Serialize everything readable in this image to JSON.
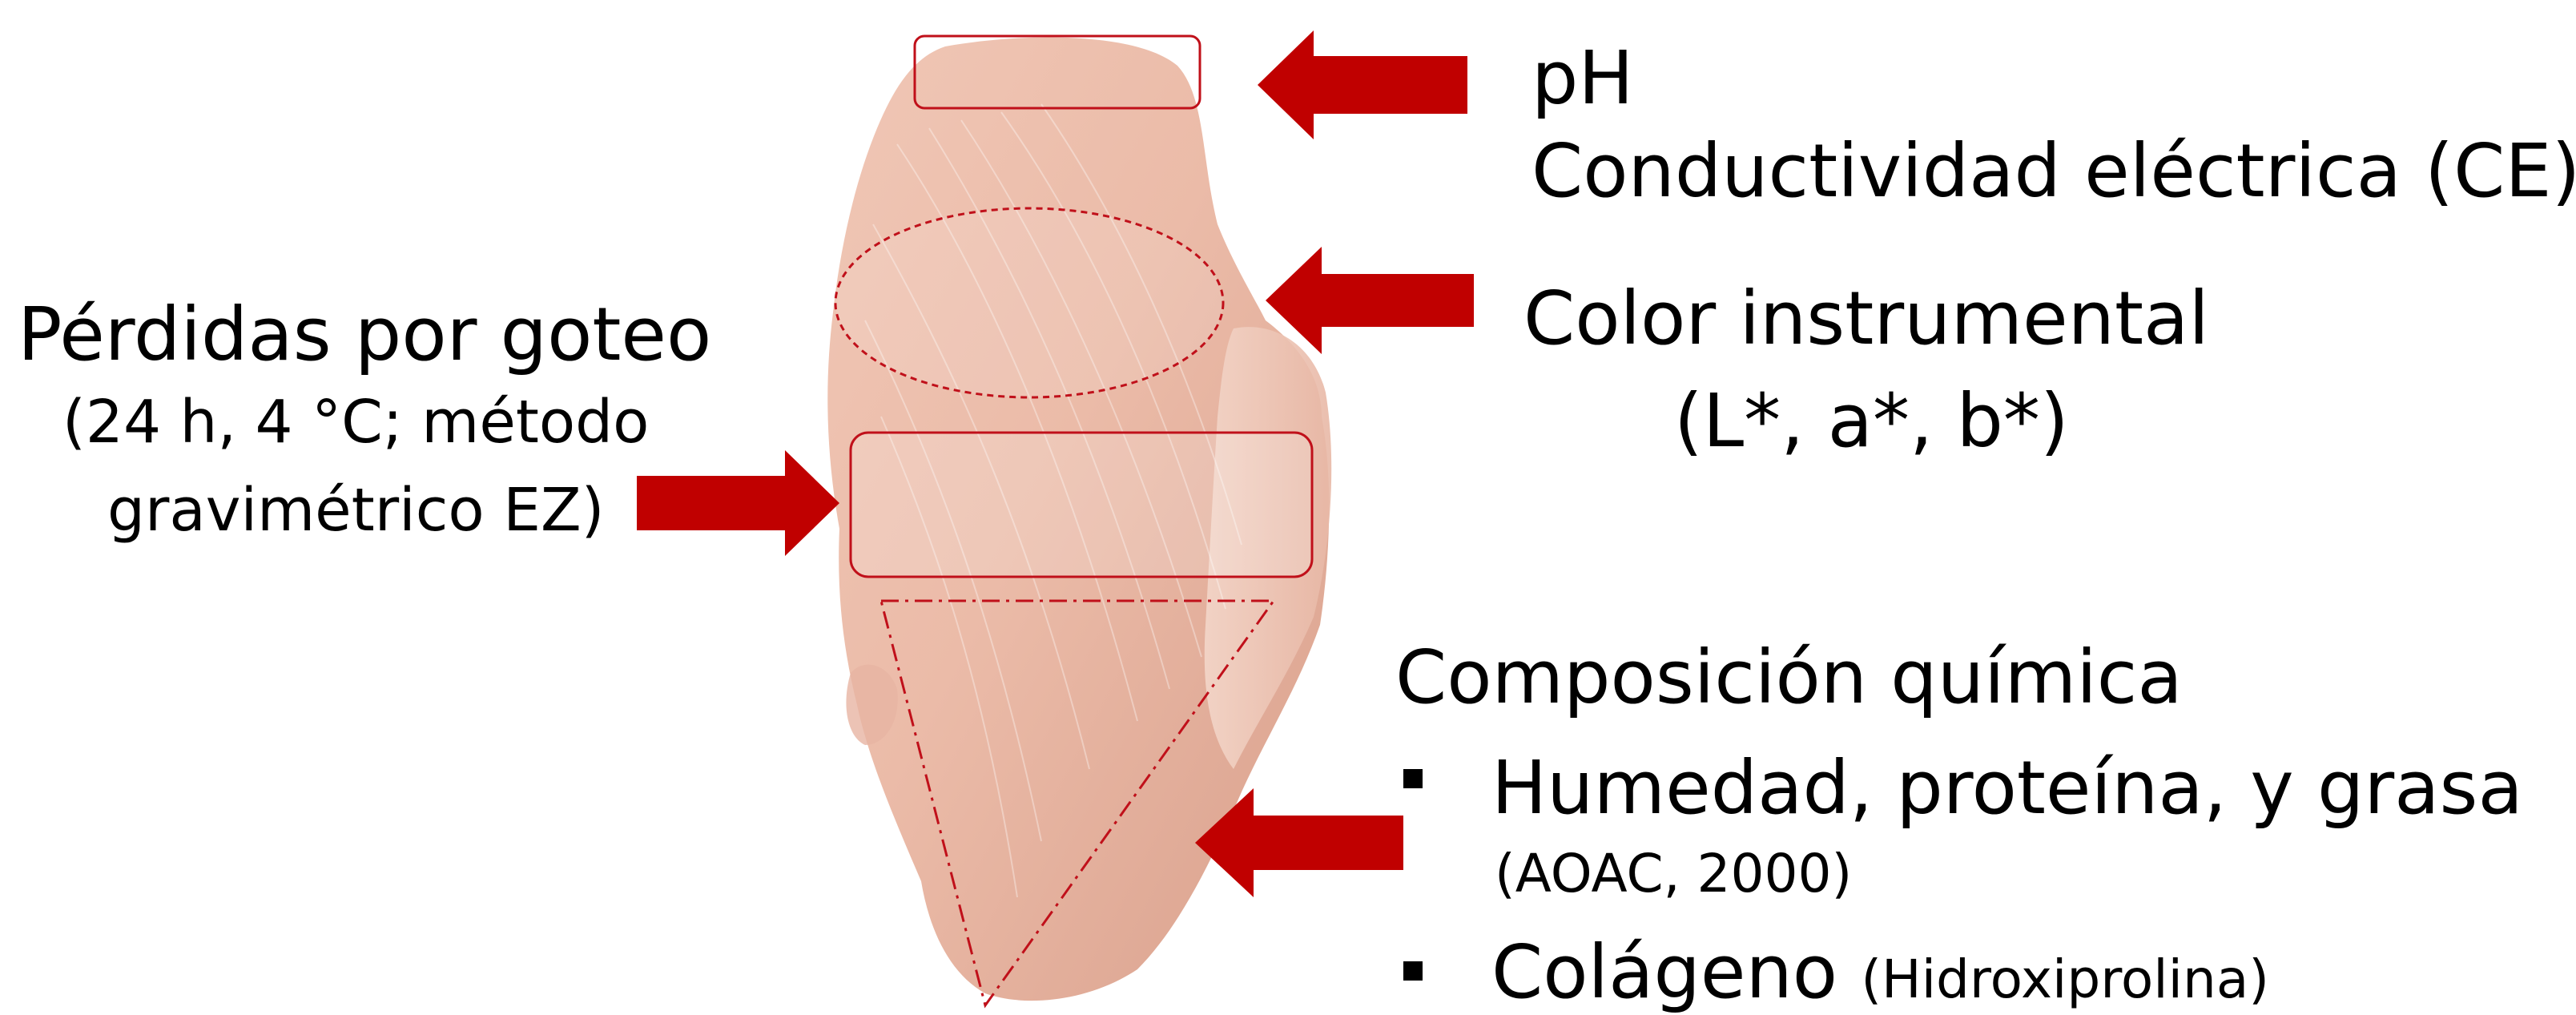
{
  "colors": {
    "arrow": "#c00000",
    "region_outline": "#c0101a",
    "meat_light": "#f2cfc1",
    "meat_mid": "#e8b3a1",
    "meat_dark": "#d99a86"
  },
  "labels": {
    "ph": "pH",
    "ce": "Conductividad eléctrica (CE)",
    "color_title": "Color instrumental",
    "color_params": "(L*, a*, b*)",
    "drip_title": "Pérdidas por goteo",
    "drip_line1": "(24 h, 4 °C; método",
    "drip_line2": "gravimétrico EZ)",
    "composition_title": "Composición química",
    "composition_item1": "Humedad, proteína, y grasa",
    "composition_item1_ref": "(AOAC, 2000)",
    "composition_item2": "Colágeno",
    "composition_item2_ref": "(Hidroxiprolina)"
  },
  "icons": {
    "arrow": "arrow-icon",
    "bullet": "square-bullet-icon"
  }
}
